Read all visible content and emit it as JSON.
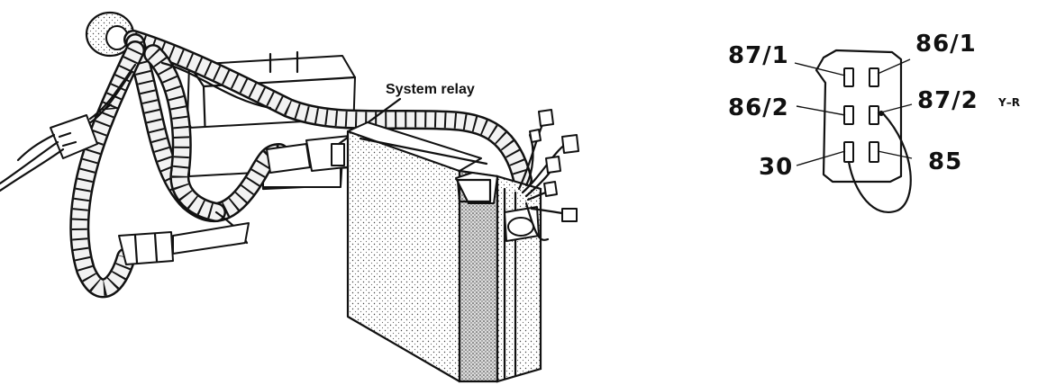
{
  "callouts": {
    "system_relay": "System relay"
  },
  "connector": {
    "pins": {
      "p87_1": "87/1",
      "p86_1": "86/1",
      "p86_2": "86/2",
      "p87_2": "87/2",
      "p30": "30",
      "p85": "85"
    },
    "wire_color": "Y–R"
  }
}
